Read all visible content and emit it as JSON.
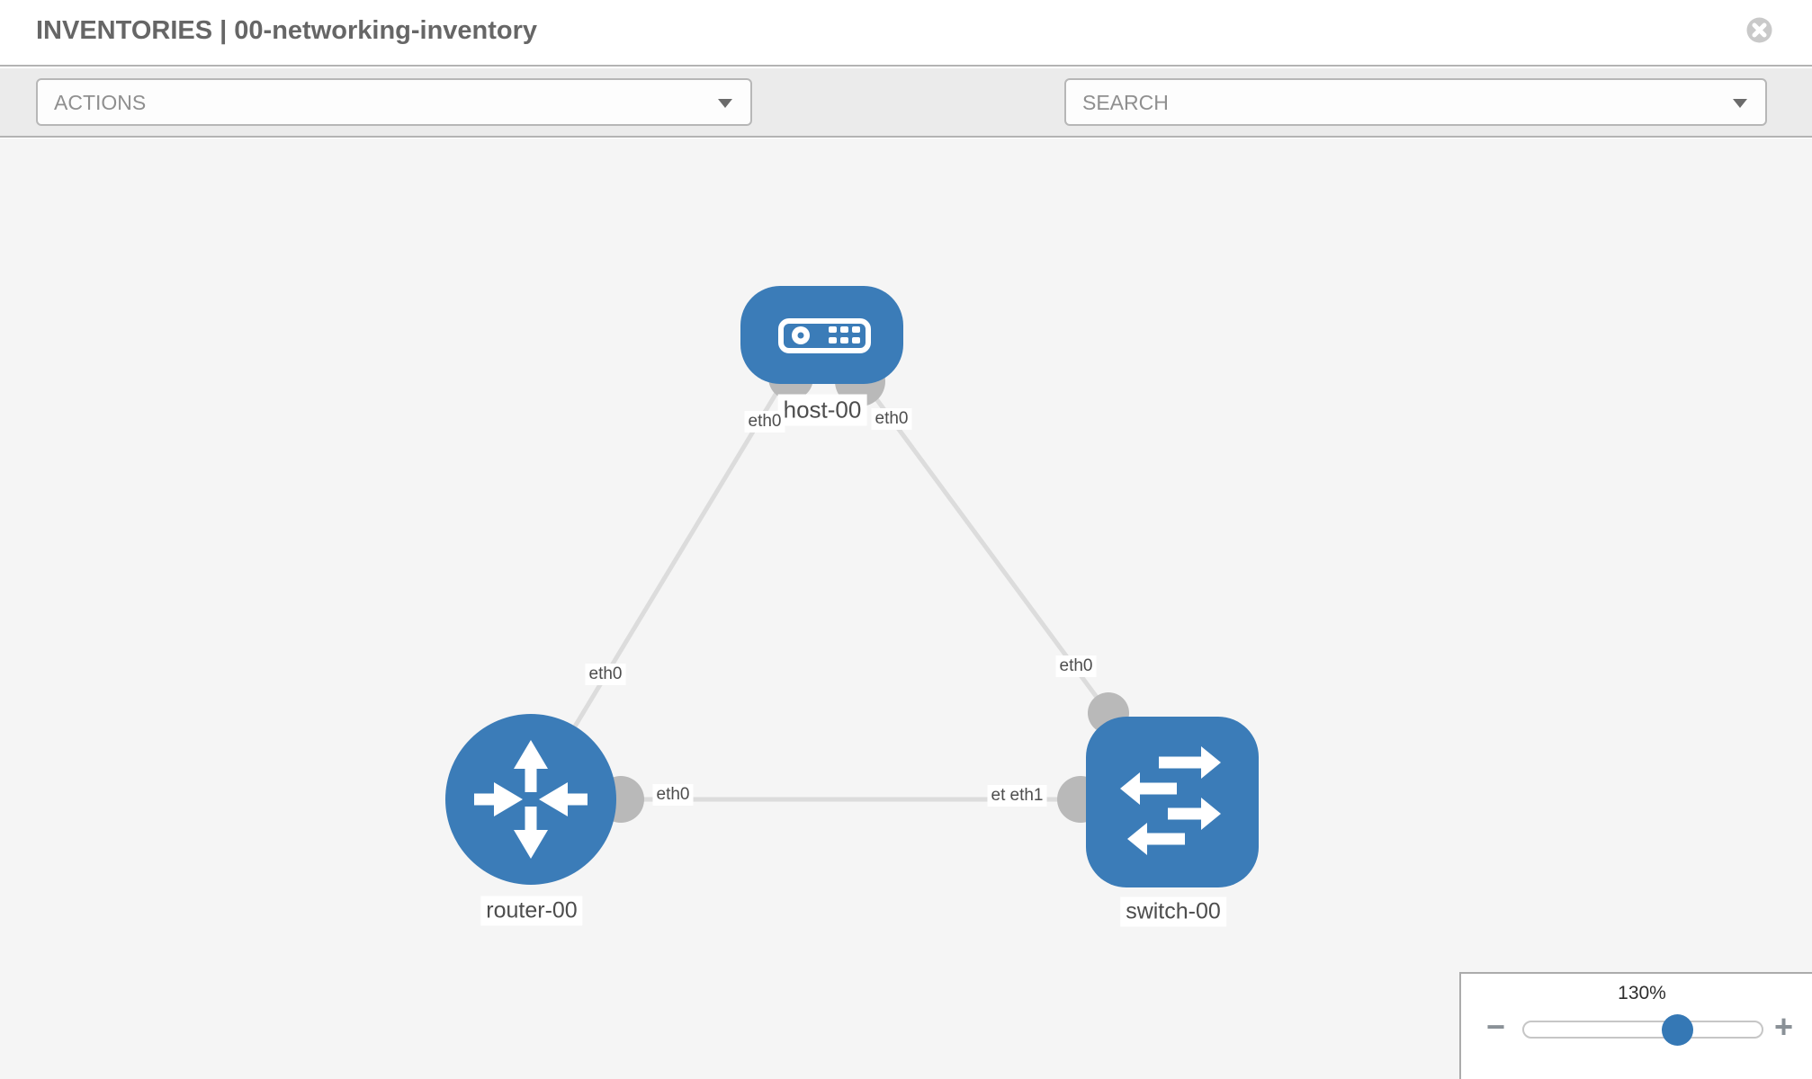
{
  "header": {
    "title": "INVENTORIES | 00-networking-inventory",
    "close_icon": "x-circle"
  },
  "toolbar": {
    "actions": {
      "label": "ACTIONS"
    },
    "search": {
      "label": "SEARCH"
    },
    "icons": [
      "wrench-icon",
      "key-icon"
    ]
  },
  "diagram": {
    "nodes": [
      {
        "id": "host-00",
        "label": "host-00",
        "type": "host",
        "shape": "rounded-rect"
      },
      {
        "id": "router-00",
        "label": "router-00",
        "type": "router",
        "shape": "circle"
      },
      {
        "id": "switch-00",
        "label": "switch-00",
        "type": "switch",
        "shape": "rounded-square"
      }
    ],
    "links": [
      {
        "from": "host-00",
        "to": "router-00"
      },
      {
        "from": "host-00",
        "to": "switch-00"
      },
      {
        "from": "router-00",
        "to": "switch-00"
      }
    ],
    "node_labels": {
      "host": "host-00",
      "router": "router-00",
      "switch": "switch-00"
    },
    "interface_labels": {
      "host_to_router_at_host": "eth0",
      "host_to_switch_at_host": "eth0",
      "host_to_router_at_router": "eth0",
      "host_to_switch_at_switch": "eth0",
      "router_to_switch_at_router": "eth0",
      "router_to_switch_at_switch_eth0": "eth0",
      "router_to_switch_at_switch_eth1": "eth1"
    },
    "colors": {
      "node_blue": "#3b7cb8",
      "link_gray": "#dcdcdc",
      "interface_gray": "#b9b9b9",
      "canvas_bg": "#f5f5f5",
      "label_text": "#4d4d4d"
    }
  },
  "zoom_control": {
    "level": "130%",
    "minus": "−",
    "plus": "+",
    "handle_color": "#3578b5"
  }
}
